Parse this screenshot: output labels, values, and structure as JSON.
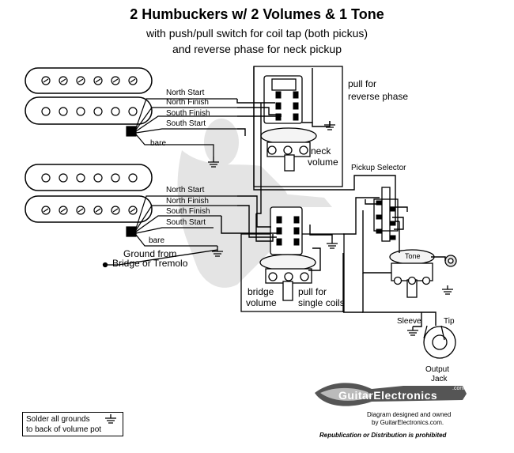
{
  "title": "2 Humbuckers w/ 2 Volumes & 1 Tone",
  "subtitle_line1": "with push/pull switch for coil tap (both pickus)",
  "subtitle_line2": "and reverse phase for neck pickup",
  "neck_wires": {
    "north_start": "North Start",
    "north_finish": "North Finish",
    "south_finish": "South Finish",
    "south_start": "South Start",
    "bare": "bare"
  },
  "bridge_wires": {
    "north_start": "North Start",
    "north_finish": "North Finish",
    "south_finish": "South Finish",
    "south_start": "South Start",
    "bare": "bare"
  },
  "ground_label_1": "Ground from",
  "ground_label_2": "Bridge or Tremolo",
  "pull_reverse_1": "pull for",
  "pull_reverse_2": "reverse phase",
  "neck_volume_1": "neck",
  "neck_volume_2": "volume",
  "pickup_selector": "Pickup Selector",
  "tone": "Tone",
  "bridge_volume_1": "bridge",
  "bridge_volume_2": "volume",
  "pull_single_1": "pull for",
  "pull_single_2": "single coils",
  "sleeve": "Sleeve",
  "tip": "Tip",
  "output_jack_1": "Output",
  "output_jack_2": "Jack",
  "legend_1": "Solder all grounds",
  "legend_2": "to back of volume pot",
  "logo_text": "GuitarElectronics",
  "logo_com": ".com",
  "credit_1": "Diagram designed and owned",
  "credit_2": "by GuitarElectronics.com.",
  "credit_3": "Republication or Distribution is prohibited",
  "colors": {
    "ink": "#000000",
    "watermark": "#e2e2e2",
    "pot": "#f4f4f4"
  }
}
